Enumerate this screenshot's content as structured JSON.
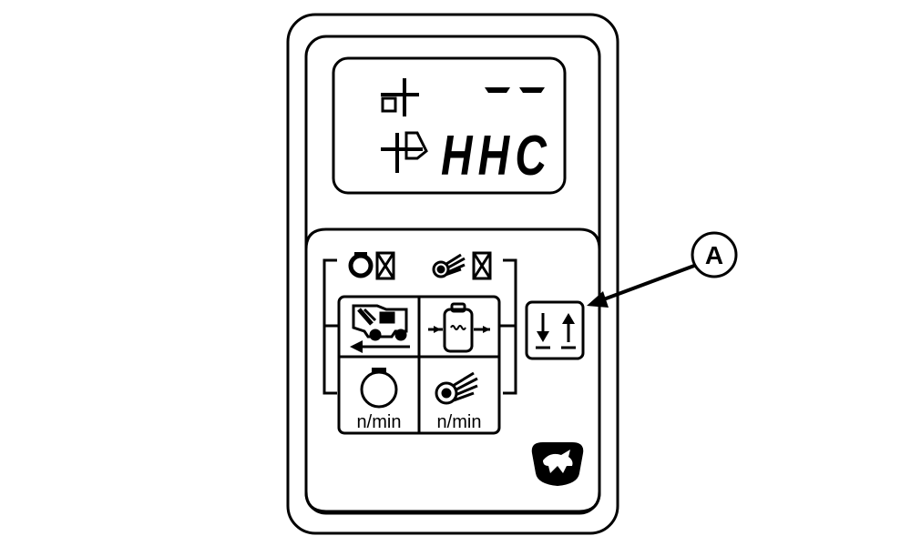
{
  "display": {
    "mode_text": "HHC",
    "upper_segments": "- -"
  },
  "buttons": {
    "left_label": "n/min",
    "right_label": "n/min"
  },
  "callout": {
    "label": "A"
  },
  "colors": {
    "ink": "#000000",
    "paper": "#ffffff"
  },
  "icons": [
    "engine-icon",
    "check-box-icon",
    "drum-rotor-icon",
    "combine-harvester-icon",
    "header-float-icon",
    "engine-speed-icon",
    "rotor-speed-icon",
    "up-down-arrow-icon",
    "john-deere-logo"
  ]
}
